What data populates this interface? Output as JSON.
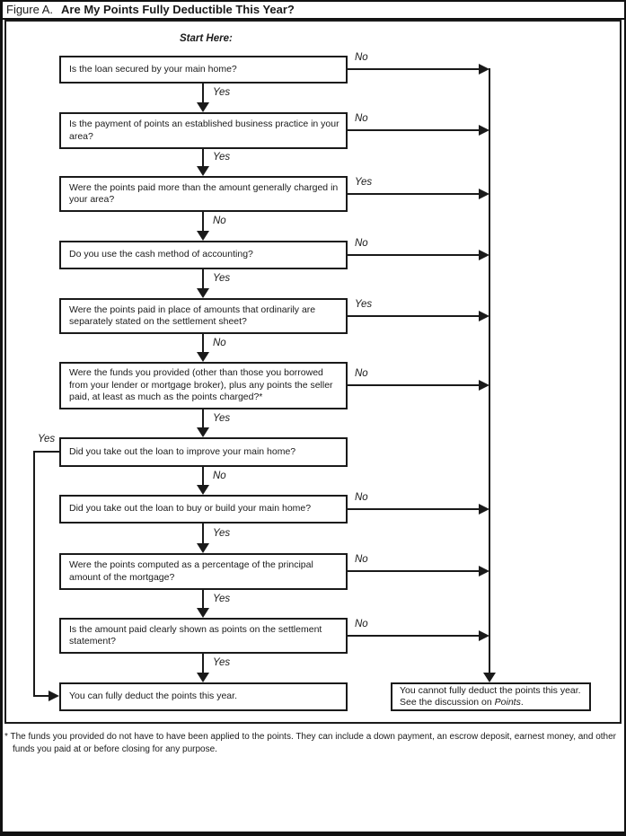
{
  "figure": {
    "label": "Figure A.",
    "title": "Are My Points Fully Deductible This Year?"
  },
  "start_here": "Start Here:",
  "flow": {
    "q1": {
      "text": "Is the loan secured by your main home?",
      "side_label": "No",
      "down_label": "Yes"
    },
    "q2": {
      "text": "Is the payment of points an established business practice in your area?",
      "side_label": "No",
      "down_label": "Yes"
    },
    "q3": {
      "text": "Were the points paid more than the amount generally charged in your area?",
      "side_label": "Yes",
      "down_label": "No"
    },
    "q4": {
      "text": "Do you use the cash method of accounting?",
      "side_label": "No",
      "down_label": "Yes"
    },
    "q5": {
      "text": "Were the points paid in place of amounts that ordinarily are separately stated on the settlement sheet?",
      "side_label": "Yes",
      "down_label": "No"
    },
    "q6": {
      "text": "Were the funds you provided (other than those you borrowed from your lender or mortgage broker), plus any points the seller paid, at least as much as the points charged?*",
      "side_label": "No",
      "down_label": "Yes"
    },
    "q7": {
      "text": "Did you take out the loan to improve your main home?",
      "side_label": "Yes",
      "down_label": "No"
    },
    "q8": {
      "text": "Did you take out the loan to buy or build your main home?",
      "side_label": "No",
      "down_label": "Yes"
    },
    "q9": {
      "text": "Were the points computed as a percentage of the principal amount of the mortgage?",
      "side_label": "No",
      "down_label": "Yes"
    },
    "q10": {
      "text": "Is the amount paid clearly shown as points on the settlement statement?",
      "side_label": "No",
      "down_label": "Yes"
    },
    "end_yes": {
      "text": "You can fully deduct the points this year."
    },
    "end_no": {
      "text": "You cannot fully deduct the points this year. See the discussion on ",
      "italic": "Points",
      "suffix": "."
    }
  },
  "footnote": "* The funds you provided do not have to have been applied to the points. They can include a down payment, an escrow deposit, earnest money, and other funds you paid at or before closing for any purpose.",
  "colors": {
    "ink": "#1a1a1a",
    "paper": "#ffffff"
  }
}
